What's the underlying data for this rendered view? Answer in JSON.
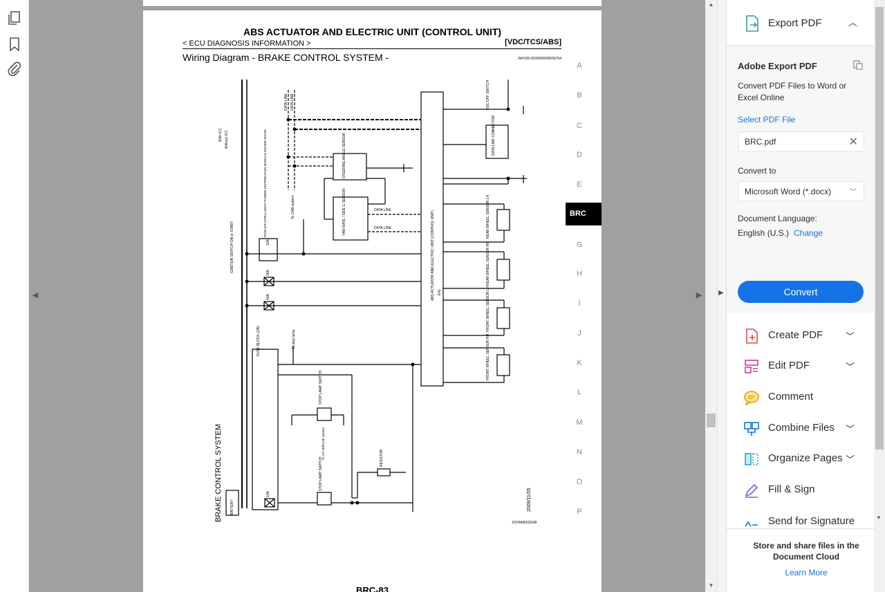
{
  "document": {
    "title": "ABS ACTUATOR AND ELECTRIC UNIT (CONTROL UNIT)",
    "section": "< ECU DIAGNOSIS INFORMATION >",
    "system_tag": "[VDC/TCS/ABS]",
    "subtitle": "Wiring Diagram - BRAKE CONTROL SYSTEM -",
    "info_id": "INFOID:0000000005656764",
    "page_number": "BRC-83",
    "margin_letters": [
      "A",
      "B",
      "C",
      "D",
      "E",
      "G",
      "H",
      "I",
      "J",
      "K",
      "L",
      "M",
      "N",
      "O",
      "P"
    ],
    "active_tab": "BRC",
    "diagram": {
      "side_title": "BRAKE CONTROL SYSTEM",
      "date": "2009/11/05",
      "ref_code": "JCFWM0522GB",
      "unit_label": "ABS ACTUATOR AND ELECTRIC UNIT (CONTROL UNIT)",
      "unit_code": "E41",
      "legend_with_icc": "With ICC",
      "legend_without_icc": "Without ICC",
      "ignition": "IGNITION SWITCH ON or START",
      "battery": "BATTERY",
      "ipdm": "IPDM E/R INTELLIGENT POWER DISTRIBUTION MODULE ENGINE ROOM",
      "fuse_block": "FUSE BLOCK (J/B)",
      "fuse_10a": "10A",
      "fuse_40a": "40A",
      "fuse_30a": "30A",
      "to_stop_lamp": "To stop lamp",
      "to_can": "To CAN system",
      "to_at": "To A/T shift lock system",
      "data_line": "DATA LINE",
      "steering": "STEERING ANGLE SENSOR",
      "yaw": "YAW RATE / SIDE G SENSOR",
      "vdc_off": "VDC OFF SWITCH",
      "dlc": "DATA LINK CONNECTOR",
      "rear_lh": "REAR WHEEL SENSOR LH",
      "rear_rh": "REAR WHEEL SENSOR RH",
      "front_lh": "FRONT WHEEL SENSOR LH",
      "front_rh": "FRONT WHEEL SENSOR RH",
      "stop_lamp_sw": "STOP LAMP SWITCH",
      "resistor": "RESISTOR"
    }
  },
  "pane": {
    "export_title": "Export PDF",
    "adobe_export_title": "Adobe Export PDF",
    "adobe_export_desc": "Convert PDF Files to Word or Excel Online",
    "select_file_label": "Select PDF File",
    "file_name": "BRC.pdf",
    "convert_to_label": "Convert to",
    "convert_to_value": "Microsoft Word (*.docx)",
    "doc_lang_label": "Document Language:",
    "doc_lang_value": "English (U.S.)",
    "change_link": "Change",
    "convert_button": "Convert",
    "tools": [
      {
        "label": "Create PDF",
        "icon": "create-pdf-icon",
        "chevron": true
      },
      {
        "label": "Edit PDF",
        "icon": "edit-pdf-icon",
        "chevron": true
      },
      {
        "label": "Comment",
        "icon": "comment-icon",
        "chevron": false
      },
      {
        "label": "Combine Files",
        "icon": "combine-files-icon",
        "chevron": true
      },
      {
        "label": "Organize Pages",
        "icon": "organize-pages-icon",
        "chevron": true
      },
      {
        "label": "Fill & Sign",
        "icon": "fill-sign-icon",
        "chevron": false
      },
      {
        "label": "Send for Signature",
        "icon": "send-signature-icon",
        "chevron": false
      }
    ],
    "promo_text": "Store and share files in the Document Cloud",
    "learn_more": "Learn More"
  },
  "colors": {
    "accent": "#1473e6",
    "viewport_bg": "#a0a0a0",
    "tab_bg": "#000000"
  }
}
